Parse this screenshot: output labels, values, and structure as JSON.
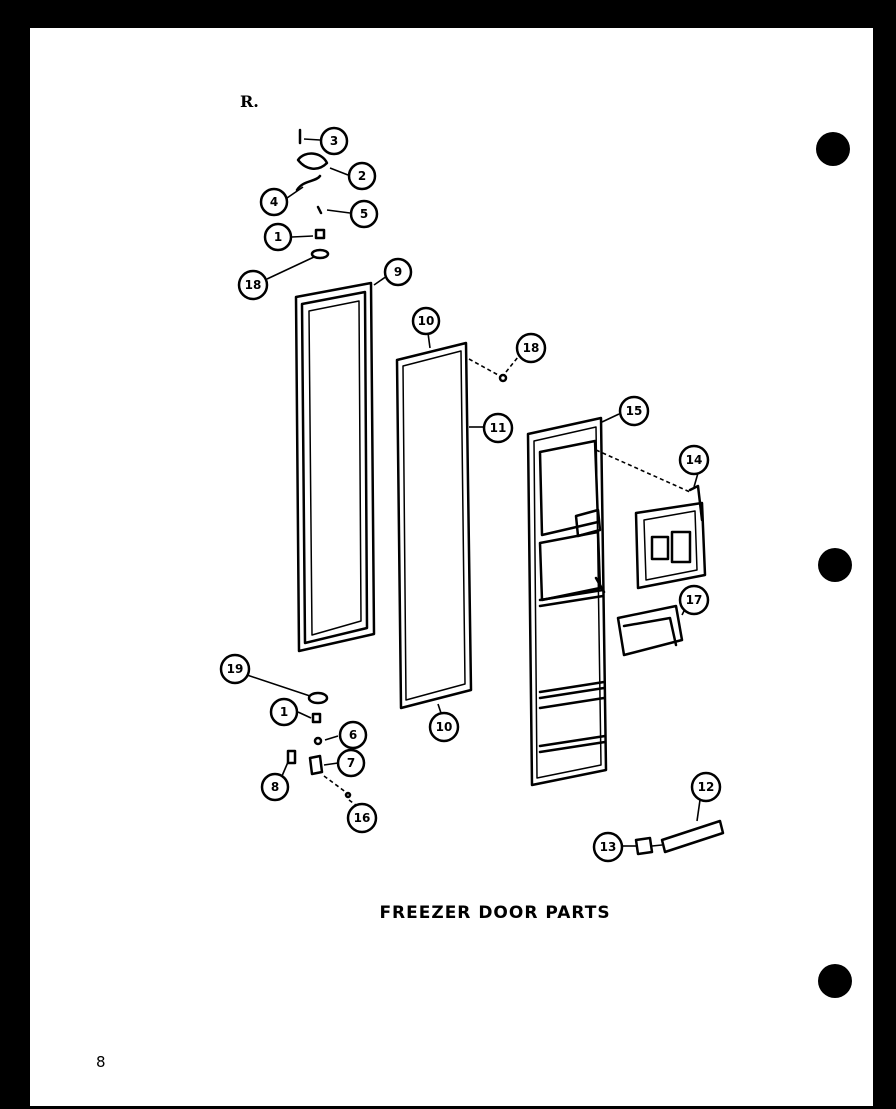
{
  "caption": "FREEZER DOOR PARTS",
  "page_number": "8",
  "stray_mark": "R.",
  "callouts": [
    {
      "id": "c-3",
      "label": "3"
    },
    {
      "id": "c-2",
      "label": "2"
    },
    {
      "id": "c-4",
      "label": "4"
    },
    {
      "id": "c-5",
      "label": "5"
    },
    {
      "id": "c-1-top",
      "label": "1"
    },
    {
      "id": "c-18-top",
      "label": "18"
    },
    {
      "id": "c-9",
      "label": "9"
    },
    {
      "id": "c-10-top",
      "label": "10"
    },
    {
      "id": "c-18-right",
      "label": "18"
    },
    {
      "id": "c-11",
      "label": "11"
    },
    {
      "id": "c-15",
      "label": "15"
    },
    {
      "id": "c-14",
      "label": "14"
    },
    {
      "id": "c-17",
      "label": "17"
    },
    {
      "id": "c-19",
      "label": "19"
    },
    {
      "id": "c-1-bottom",
      "label": "1"
    },
    {
      "id": "c-6",
      "label": "6"
    },
    {
      "id": "c-7",
      "label": "7"
    },
    {
      "id": "c-8",
      "label": "8"
    },
    {
      "id": "c-16",
      "label": "16"
    },
    {
      "id": "c-10-bottom",
      "label": "10"
    },
    {
      "id": "c-12",
      "label": "12"
    },
    {
      "id": "c-13",
      "label": "13"
    }
  ]
}
